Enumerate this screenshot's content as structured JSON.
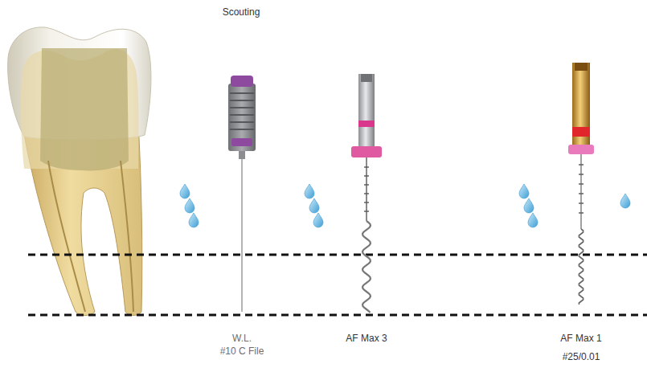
{
  "diagram": {
    "labels": [
      "Scouting",
      "W.L.",
      "#10 C File",
      "AF Max 3",
      "AF Max 1",
      "#25/0.01"
    ]
  }
}
